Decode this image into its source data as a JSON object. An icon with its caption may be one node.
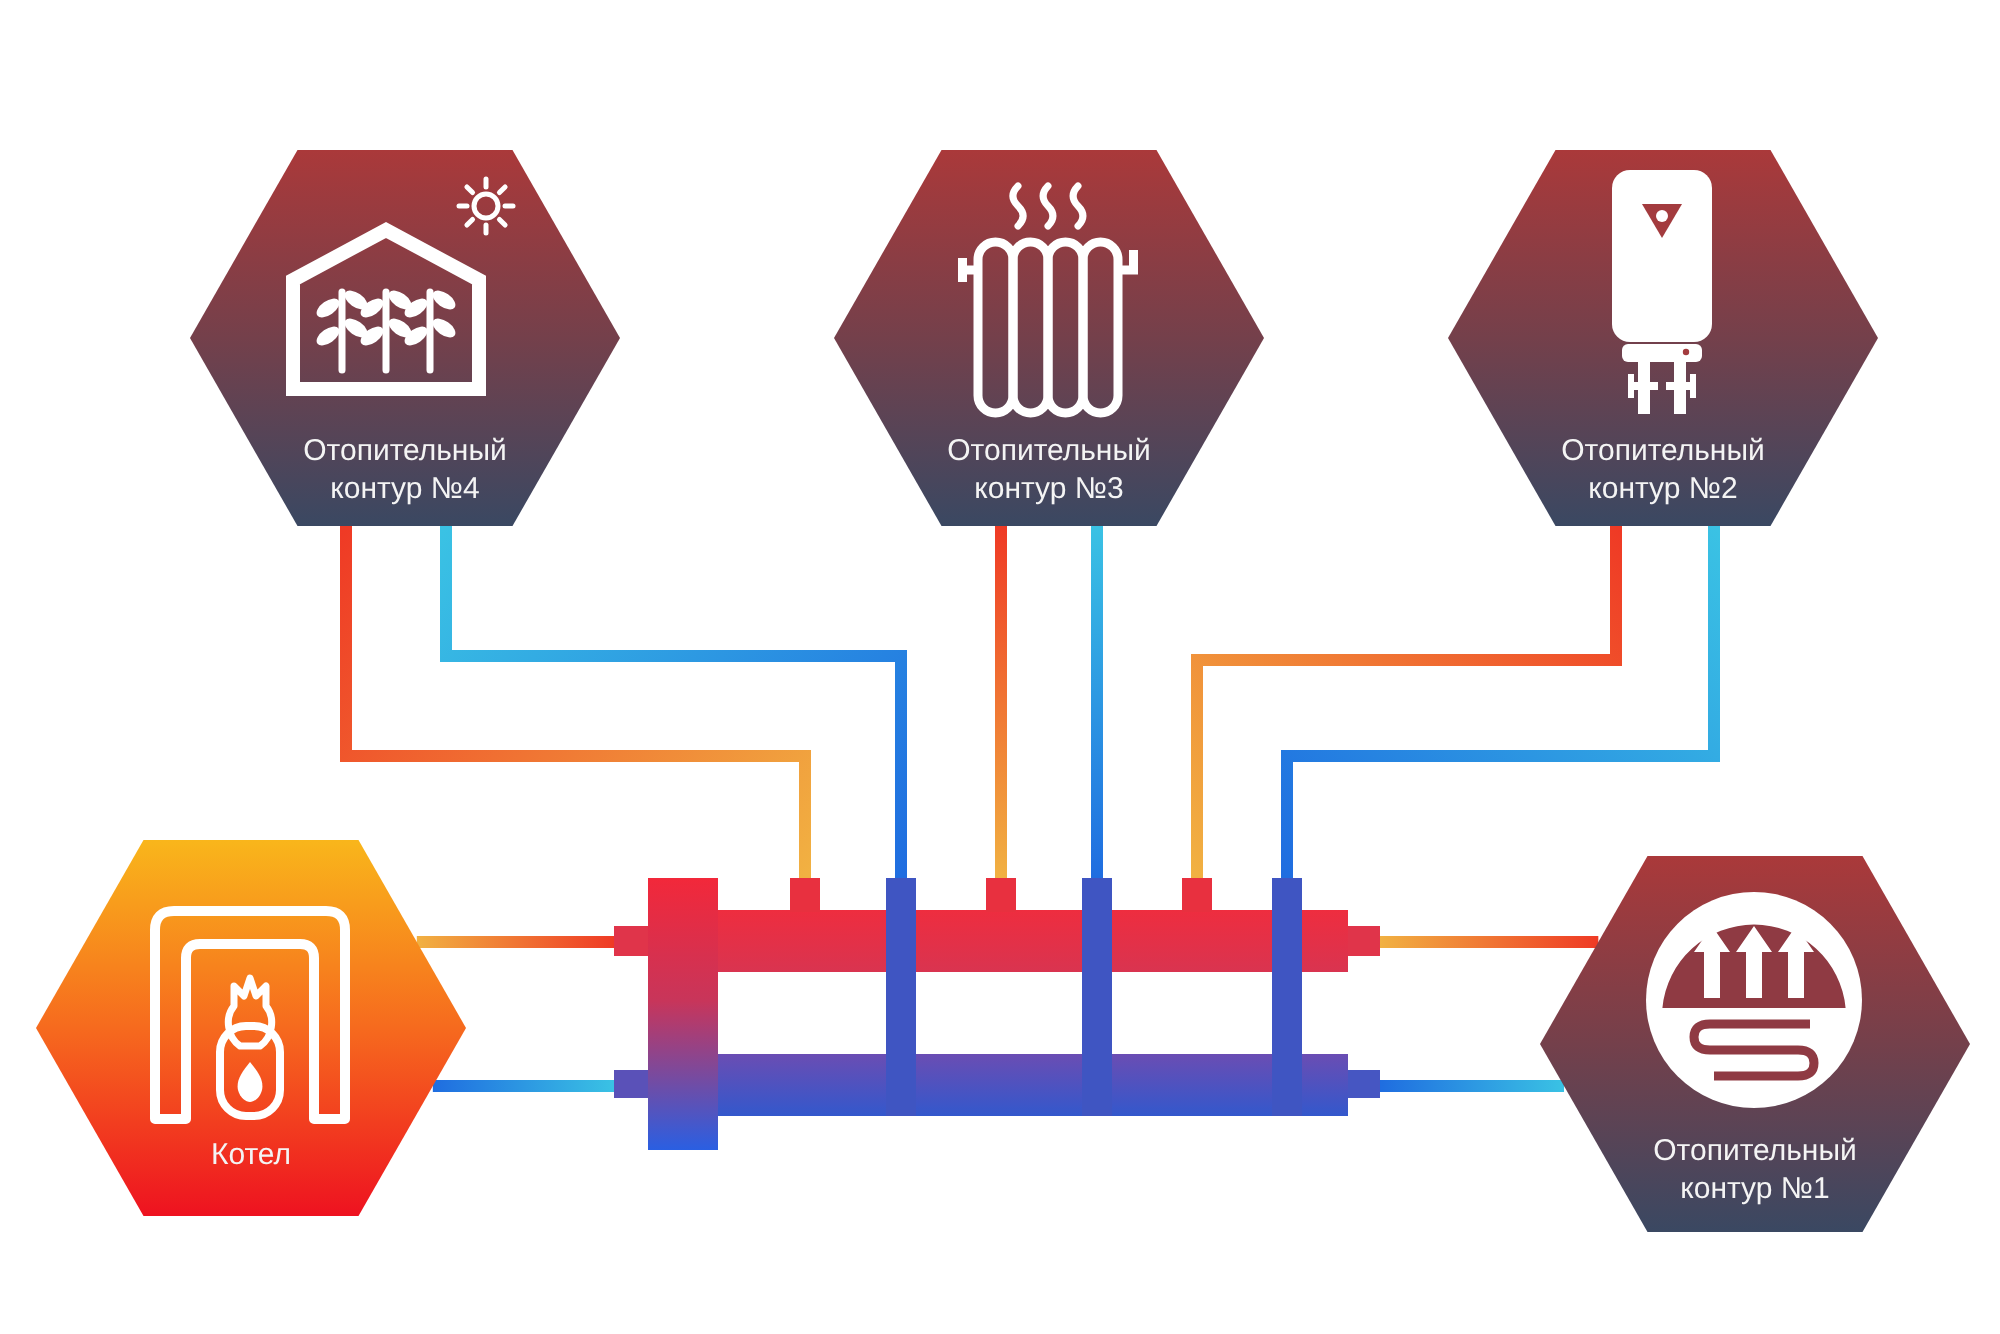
{
  "diagram": {
    "nodes": [
      {
        "text": [
          "Отопительный контур №4"
        ]
      },
      {
        "text": [
          "Отопительный контур №3"
        ]
      },
      {
        "text": [
          "Отопительный контур №2"
        ]
      },
      {
        "text": [
          "Котел"
        ]
      },
      {
        "text": [],
        "shape": "picture"
      },
      {
        "text": [
          "Отопительный контур №1"
        ]
      }
    ],
    "edges": [
      {
        "from": 4,
        "to": 0,
        "arrow": "none",
        "color": "#ef3a25"
      },
      {
        "from": 0,
        "to": 4,
        "arrow": "none",
        "color": "#1f6de0"
      },
      {
        "from": 4,
        "to": 1,
        "arrow": "none",
        "color": "#ef3a25"
      },
      {
        "from": 1,
        "to": 4,
        "arrow": "none",
        "color": "#1f6de0"
      },
      {
        "from": 4,
        "to": 2,
        "arrow": "none",
        "color": "#ef3a25"
      },
      {
        "from": 2,
        "to": 4,
        "arrow": "none",
        "color": "#1f6de0"
      },
      {
        "from": 3,
        "to": 4,
        "arrow": "none",
        "color": "#ef3a25"
      },
      {
        "from": 4,
        "to": 3,
        "arrow": "none",
        "color": "#1f6de0"
      },
      {
        "from": 4,
        "to": 5,
        "arrow": "none",
        "color": "#ef3a25"
      },
      {
        "from": 5,
        "to": 4,
        "arrow": "none",
        "color": "#1f6de0"
      }
    ]
  }
}
